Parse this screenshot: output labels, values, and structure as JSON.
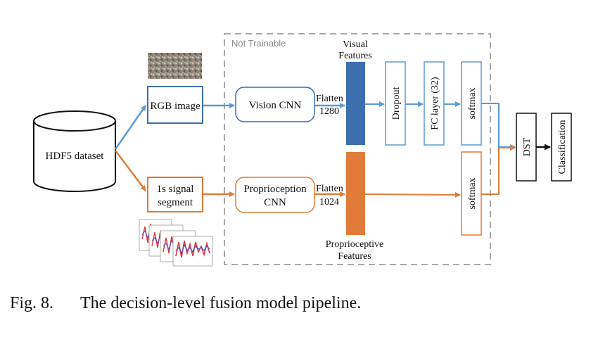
{
  "diagram": {
    "region_label": "Not Trainable",
    "dataset": "HDF5 dataset",
    "rgb_input": "RGB image",
    "signal_input_line1": "1s signal",
    "signal_input_line2": "segment",
    "vision_cnn": "Vision CNN",
    "proprio_cnn_line1": "Proprioception",
    "proprio_cnn_line2": "CNN",
    "flatten_visual": "Flatten",
    "dim_visual": "1280",
    "flatten_proprio": "Flatten",
    "dim_proprio": "1024",
    "visual_features_line1": "Visual",
    "visual_features_line2": "Features",
    "proprio_features_line1": "Proprioceptive",
    "proprio_features_line2": "Features",
    "dropout": "Dropout",
    "fc_layer": "FC layer (32)",
    "softmax_visual": "softmax",
    "softmax_proprio": "softmax",
    "dst": "DST",
    "classification": "Classification"
  },
  "caption": {
    "number": "Fig. 8.",
    "text": "The decision-level fusion model pipeline."
  },
  "colors": {
    "blue": "#3d6fae",
    "light_blue": "#5b9bd5",
    "orange": "#e07b39",
    "gray_dash": "#a8a8a8"
  }
}
